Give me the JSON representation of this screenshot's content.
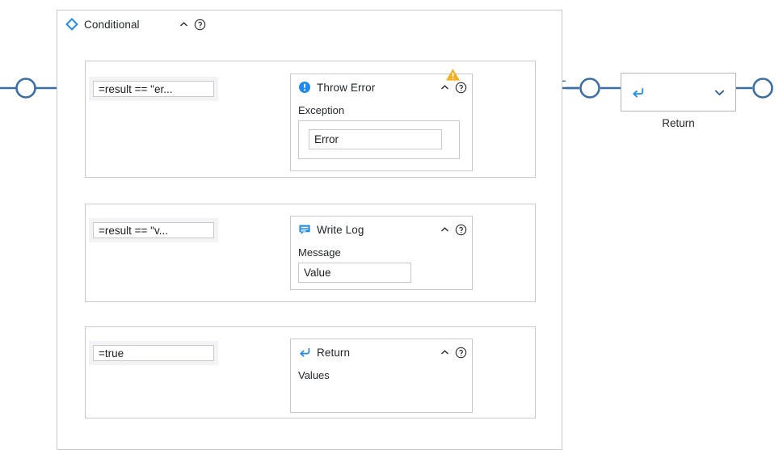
{
  "canvas": {
    "background": "#ffffff",
    "wire_color": "#3a6ea5",
    "border_color": "#c8c8cd",
    "accent_blue": "#1f8ceb",
    "warning_color": "#f2b01e"
  },
  "conditional": {
    "title": "Conditional",
    "icon": "diamond-icon",
    "collapse_icon": "caret-up-icon",
    "help_icon": "help-icon",
    "branches": [
      {
        "condition": "=result == \"er...",
        "node": {
          "title": "Throw Error",
          "icon": "error-info-icon",
          "collapse_icon": "caret-up-icon",
          "help_icon": "help-icon",
          "warning_icon": "warning-triangle-icon",
          "has_warning": true,
          "field_label": "Exception",
          "field_value": "Error",
          "has_field_group": true
        }
      },
      {
        "condition": "=result == \"v...",
        "node": {
          "title": "Write Log",
          "icon": "write-log-icon",
          "collapse_icon": "caret-up-icon",
          "help_icon": "help-icon",
          "has_warning": false,
          "field_label": "Message",
          "field_value": "Value",
          "has_field_group": false
        }
      },
      {
        "condition": "=true",
        "node": {
          "title": "Return",
          "icon": "return-arrow-icon",
          "collapse_icon": "caret-up-icon",
          "help_icon": "help-icon",
          "has_warning": false,
          "field_label": "Values",
          "field_value": "",
          "has_field_group": false
        }
      }
    ]
  },
  "return_node": {
    "caption": "Return",
    "icon": "return-arrow-icon",
    "expand_icon": "chevron-down-icon"
  }
}
